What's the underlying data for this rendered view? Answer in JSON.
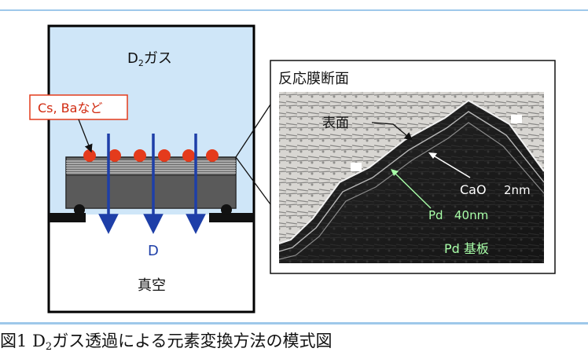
{
  "chamber": {
    "gas_label_main": "D",
    "gas_label_sub": "2",
    "gas_label_rest": "ガス",
    "vacuum_label": "真空",
    "flux_label": "D",
    "deposit_label": "Cs, Baなど",
    "colors": {
      "gas_fill": "#cfe6f8",
      "deposit": "#e43b1c",
      "arrow": "#1e3fa8",
      "label_border": "#e43b1c",
      "label_text": "#d12a10"
    }
  },
  "micrograph": {
    "title": "反応膜断面",
    "surface_label": "表面",
    "cao_label": "CaO",
    "cao_thickness": "2nm",
    "pd_label": "Pd",
    "pd_thickness": "40nm",
    "substrate_label": "Pd 基板",
    "colors": {
      "pd_label": "#a8ffa8",
      "surface_label": "#000000"
    }
  },
  "caption": {
    "prefix": "図1",
    "d": "D",
    "sub": "2",
    "rest": "ガス透過による元素変換方法の模式図"
  }
}
